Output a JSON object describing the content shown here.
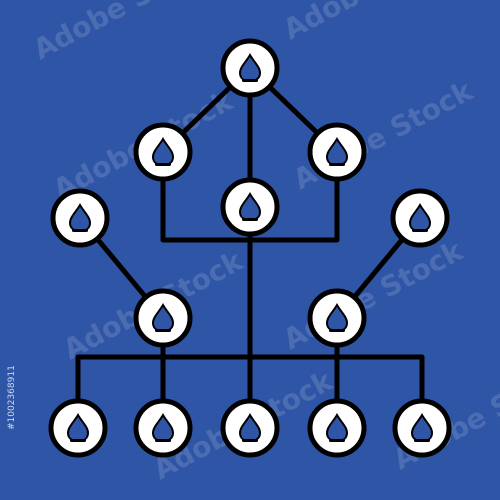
{
  "diagram": {
    "colors": {
      "background": "#2f55a6",
      "stroke": "#000000",
      "node_fill": "#ffffff",
      "icon_fill": "#2f55a6"
    },
    "node_icon": "water-drop-icon",
    "nodes": [
      {
        "id": "root"
      },
      {
        "id": "level1-left"
      },
      {
        "id": "level1-center"
      },
      {
        "id": "level1-right"
      },
      {
        "id": "outer-left"
      },
      {
        "id": "outer-right"
      },
      {
        "id": "level2-left"
      },
      {
        "id": "level2-right"
      },
      {
        "id": "leaf-1"
      },
      {
        "id": "leaf-2"
      },
      {
        "id": "leaf-3"
      },
      {
        "id": "leaf-4"
      },
      {
        "id": "leaf-5"
      }
    ]
  },
  "watermark": {
    "text": "Adobe Stock"
  },
  "stock_id": {
    "text": "#1002368911"
  }
}
